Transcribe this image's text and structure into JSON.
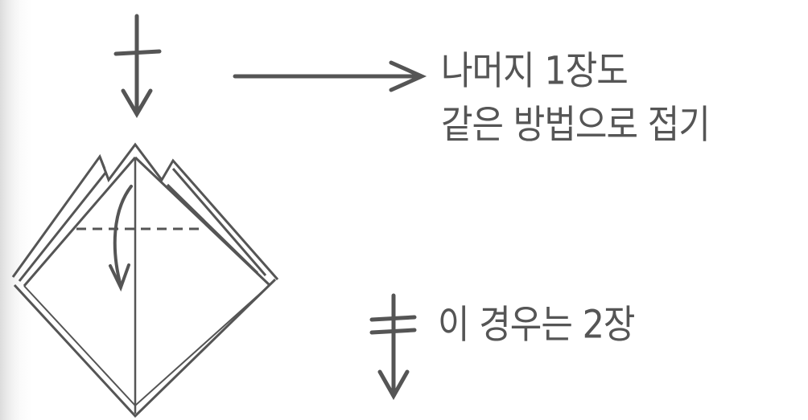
{
  "instructions": {
    "line1": "나머지 1장도",
    "line2": "같은 방법으로 접기"
  },
  "note": {
    "text": "이 경우는 2장"
  },
  "colors": {
    "ink": "#555555",
    "paper": "#ffffff"
  },
  "icons": [
    "down-arrow-with-crossbar-icon",
    "right-arrow-icon",
    "fold-down-curved-arrow-icon",
    "down-arrow-with-double-crossbar-icon"
  ]
}
